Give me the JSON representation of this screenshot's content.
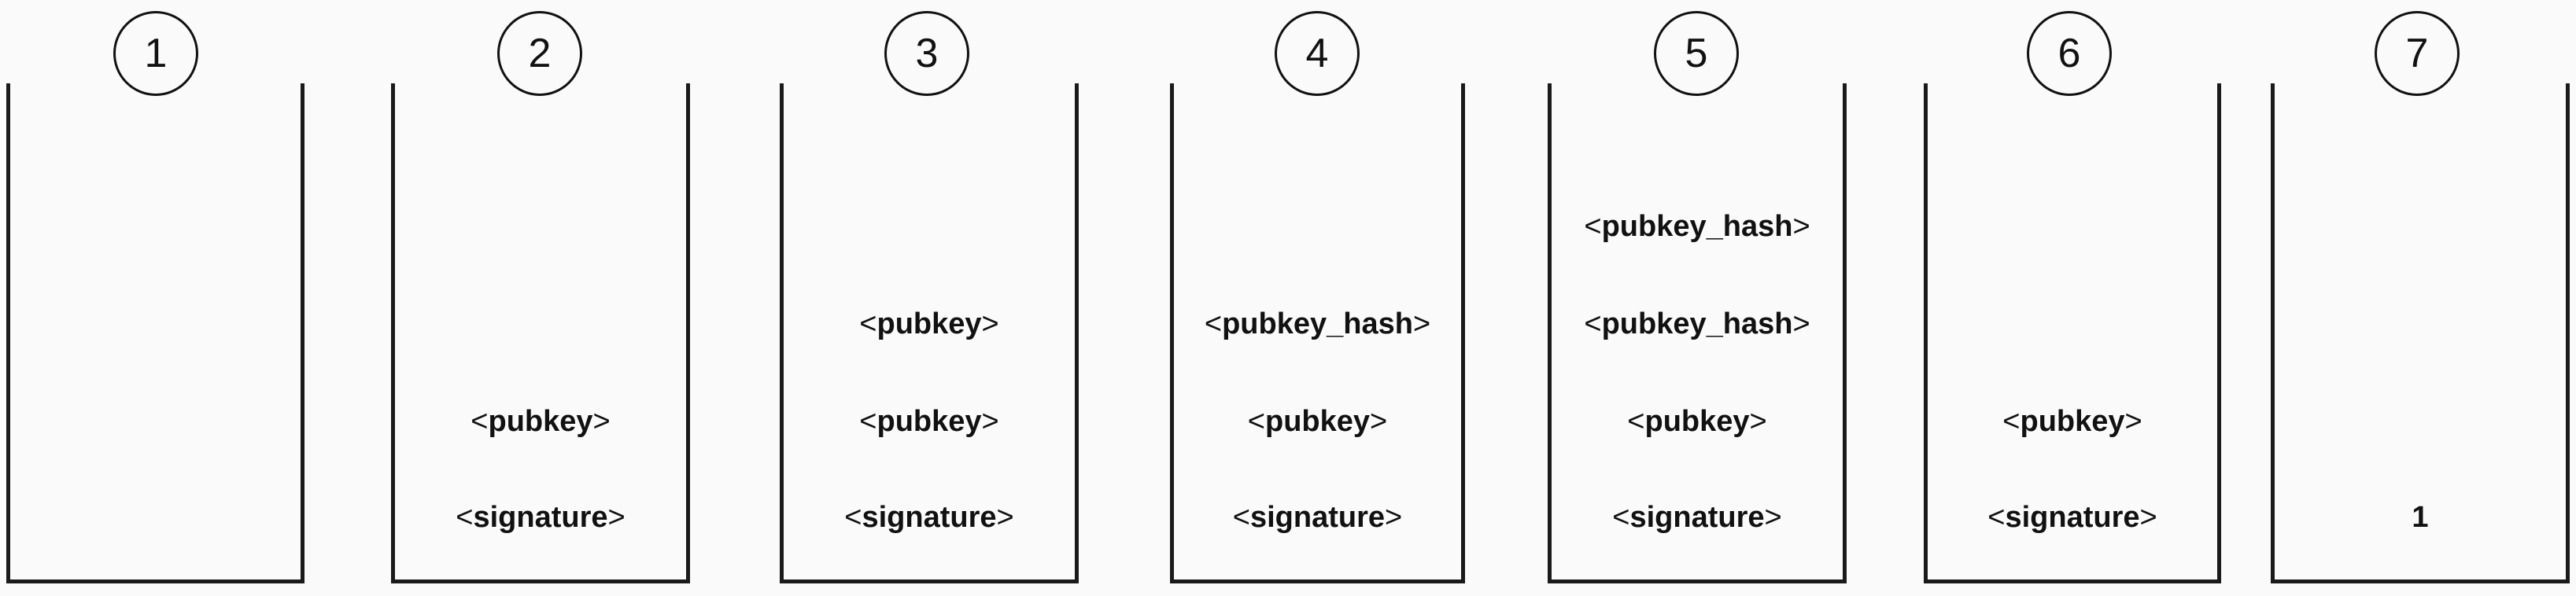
{
  "stacks": [
    {
      "label": "1",
      "items": []
    },
    {
      "label": "2",
      "items": [
        {
          "lt": "<",
          "text": "pubkey",
          "gt": ">"
        },
        {
          "lt": "<",
          "text": "signature",
          "gt": ">"
        }
      ]
    },
    {
      "label": "3",
      "items": [
        {
          "lt": "<",
          "text": "pubkey",
          "gt": ">"
        },
        {
          "lt": "<",
          "text": "pubkey",
          "gt": ">"
        },
        {
          "lt": "<",
          "text": "signature",
          "gt": ">"
        }
      ]
    },
    {
      "label": "4",
      "items": [
        {
          "lt": "<",
          "text": "pubkey_hash",
          "gt": ">"
        },
        {
          "lt": "<",
          "text": "pubkey",
          "gt": ">"
        },
        {
          "lt": "<",
          "text": "signature",
          "gt": ">"
        }
      ]
    },
    {
      "label": "5",
      "items": [
        {
          "lt": "<",
          "text": "pubkey_hash",
          "gt": ">"
        },
        {
          "lt": "<",
          "text": "pubkey_hash",
          "gt": ">"
        },
        {
          "lt": "<",
          "text": "pubkey",
          "gt": ">"
        },
        {
          "lt": "<",
          "text": "signature",
          "gt": ">"
        }
      ]
    },
    {
      "label": "6",
      "items": [
        {
          "lt": "<",
          "text": "pubkey",
          "gt": ">"
        },
        {
          "lt": "<",
          "text": "signature",
          "gt": ">"
        }
      ]
    },
    {
      "label": "7",
      "items": [
        {
          "lt": "",
          "text": "1",
          "gt": ""
        }
      ]
    }
  ]
}
